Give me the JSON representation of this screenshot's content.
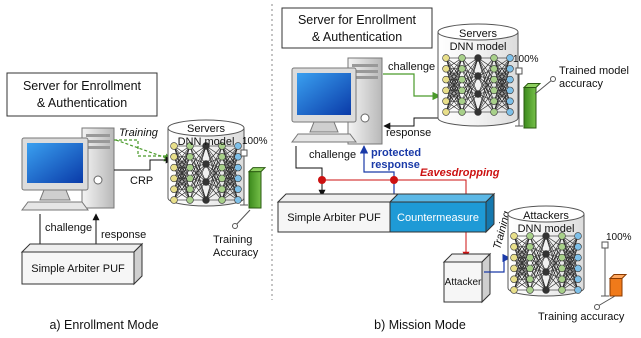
{
  "left": {
    "server_title": [
      "Server for Enrollment",
      "& Authentication"
    ],
    "training_label": "Training",
    "crp_label": "CRP",
    "dnn_title": [
      "Servers",
      "DNN model"
    ],
    "percent_label": "100%",
    "accuracy_label": [
      "Training",
      "Accuracy"
    ],
    "accuracy_value": 0.7,
    "challenge_label": "challenge",
    "response_label": "response",
    "puf_label": "Simple Arbiter PUF",
    "caption": "a) Enrollment Mode"
  },
  "right": {
    "server_title": [
      "Server for Enrollment",
      "& Authentication"
    ],
    "challenge_top_label": "challenge",
    "response_top_label": "response",
    "dnn_title": [
      "Servers",
      "DNN model"
    ],
    "percent_label": "100%",
    "accuracy_label": [
      "Trained model",
      "accuracy"
    ],
    "accuracy_value": 0.75,
    "challenge_label": "challenge",
    "protected_label": [
      "protected",
      "response"
    ],
    "eavesdrop_label": "Eavesdropping",
    "puf_label": "Simple Arbiter PUF",
    "countermeasure_label": "Countermeasure",
    "attacker_label": "Attacker",
    "training_label": "Training",
    "attacker_dnn_title": [
      "Attackers",
      "DNN model"
    ],
    "attacker_percent_label": "100%",
    "attacker_accuracy_label": "Training accuracy",
    "attacker_accuracy_value": 0.35,
    "caption": "b) Mission Mode"
  },
  "colors": {
    "green": "#4a9a2a",
    "blue": "#1a3aa8",
    "red": "#cc1111",
    "countermeasure": "#1e9ad6",
    "orange": "#f07a1a",
    "node_blue": "#7ec0e8",
    "node_yellow": "#e8df8a",
    "node_green": "#a8d08a"
  }
}
